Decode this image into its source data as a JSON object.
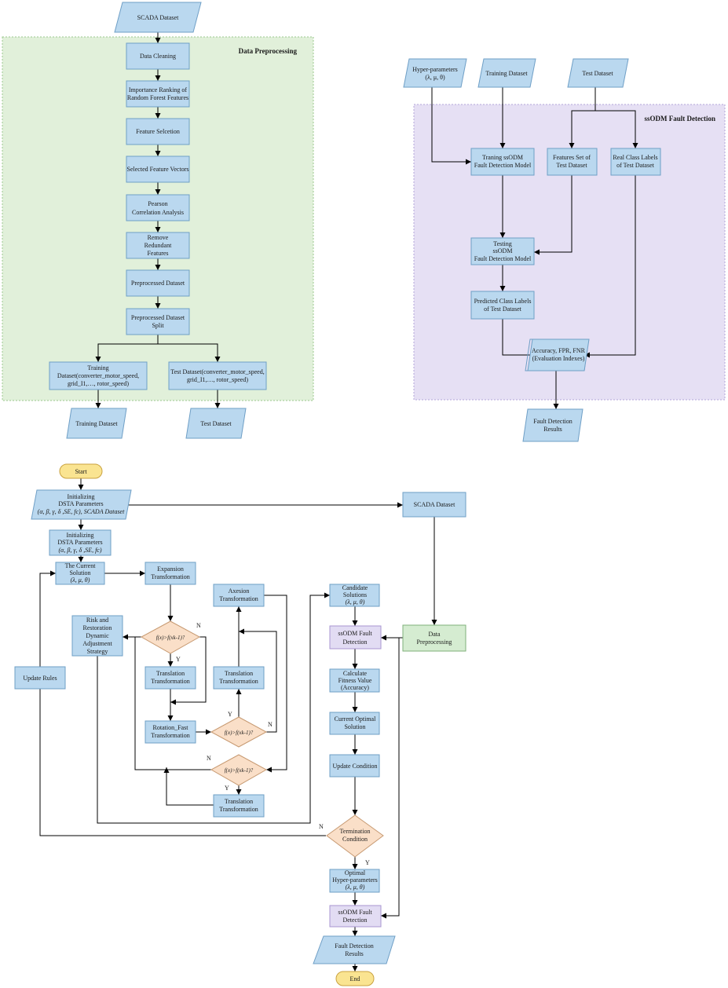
{
  "colors": {
    "node_fill": "#bad8ef",
    "node_stroke": "#6f9fc6",
    "preprocess_bg": "#e1f0da",
    "fault_bg": "#e6e0f4",
    "decision_fill": "#fadfc8",
    "terminal_fill": "#fae491",
    "green_node": "#d5ecd1",
    "purple_node": "#e2dcf3"
  },
  "groups": {
    "preprocessing": "Data Preprocessing",
    "fault": "ssODM Fault Detection"
  },
  "top_left": {
    "scada": "SCADA Dataset",
    "cleaning": "Data Cleaning",
    "ranking": [
      "Importance Ranking of",
      "Random Forest Features"
    ],
    "selection": "Feature Selcetion",
    "vectors": "Selected Feature Vectors",
    "pearson": [
      "Pearson",
      "Correlation Analysis"
    ],
    "remove": [
      "Remove",
      "Redundant",
      "Features"
    ],
    "preprocessed": "Preprocessed Dataset",
    "split": [
      "Preprocessed Dataset",
      "Split"
    ],
    "train_split": [
      "Training",
      "Dataset(converter_motor_speed,",
      "grid_I1,…, rotor_speed)"
    ],
    "test_split": [
      "Test Dataset(converter_motor_speed,",
      "grid_I1,…, rotor_speed)"
    ],
    "train_out": "Training Dataset",
    "test_out": "Test Dataset"
  },
  "top_right": {
    "hyper": [
      "Hyper-parameters",
      "(λ, μ, θ)"
    ],
    "train_in": "Training Dataset",
    "test_in": "Test Dataset",
    "training_model": [
      "Traning ssODM",
      "Fault Detection Model"
    ],
    "features_set": [
      "Features Set of",
      "Test Dataset"
    ],
    "real_labels": [
      "Real Class Labels",
      "of Test Dataset"
    ],
    "testing_model": [
      "Testing",
      "ssODM",
      "Fault Detection Model"
    ],
    "predicted": [
      "Predicted Class Labels",
      "of Test Dataset"
    ],
    "metrics": [
      "Accuracy, FPR, FNR",
      "(Evaluation Indexes)"
    ],
    "results": [
      "Fault Detection",
      "Results"
    ]
  },
  "bottom": {
    "start": "Start",
    "init_params": [
      "Initializing",
      "DSTA Parameters",
      "(α, β, γ, δ ,SE, fc), SCADA Dataset"
    ],
    "scada": "SCADA Dataset",
    "init_dsta": [
      "Initializing",
      "DSTA Parameters",
      "(α, β, γ, δ ,SE, fc)"
    ],
    "current": [
      "The Current",
      "Solution",
      "(λ, μ, θ)"
    ],
    "expansion": [
      "Expansion",
      "Transformation"
    ],
    "axesion": [
      "Axesion",
      "Transformation"
    ],
    "candidate": [
      "Candidate",
      "Solutions",
      "(λ, μ, θ)"
    ],
    "risk": [
      "Risk and",
      "Restoration",
      "Dynamic",
      "Adjustment",
      "Strategy"
    ],
    "decision1": "f(x)>f(xk-1)?",
    "ssodm1": [
      "ssODM Fault",
      "Detection"
    ],
    "data_pre": [
      "Data",
      "Preprocessing"
    ],
    "update_rules": "Update Rules",
    "translation1": [
      "Translation",
      "Transformation"
    ],
    "translation2": [
      "Translation",
      "Transformation"
    ],
    "calculate": [
      "Calculate",
      "Fitness Value",
      "(Accuracy)"
    ],
    "rotation": [
      "Rotation_Fast",
      "Transformation"
    ],
    "decision2": "f(x)>f(xk-1)?",
    "current_optimal": [
      "Current Optimal",
      "Solution"
    ],
    "decision3": "f(x)>f(xk-1)?",
    "update_cond": "Update Condition",
    "translation3": [
      "Translation",
      "Transformation"
    ],
    "termination": [
      "Termination",
      "Condition"
    ],
    "optimal": [
      "Optimal",
      "Hyper-parameters",
      "(λ, μ, θ)"
    ],
    "ssodm2": [
      "ssODM Fault",
      "Detection"
    ],
    "fd_results": [
      "Fault Detection",
      "Results"
    ],
    "end": "End",
    "yes": "Y",
    "no": "N"
  }
}
